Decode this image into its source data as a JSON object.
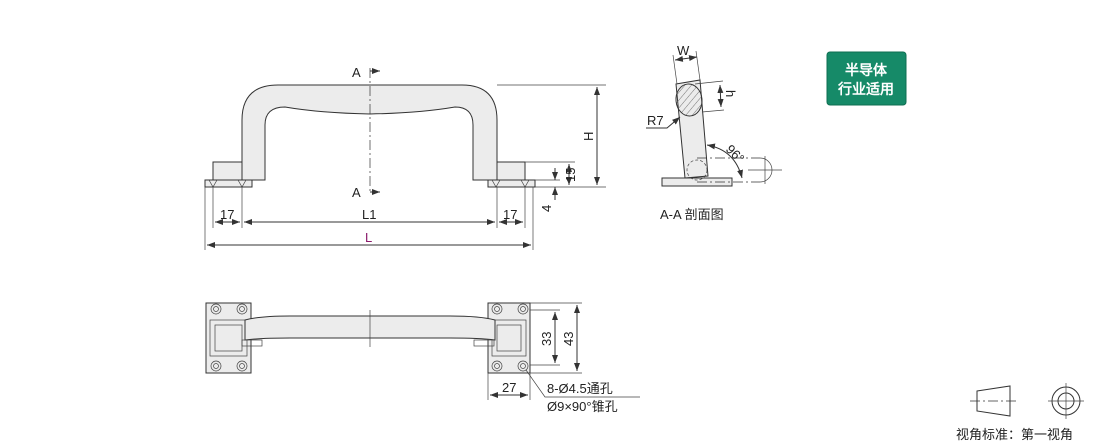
{
  "front_view": {
    "section_label_top": "A",
    "section_label_bottom": "A",
    "dim_left_pad": "17",
    "dim_right_pad": "17",
    "dim_l1": "L1",
    "dim_l": "L",
    "dim_h": "H",
    "dim_base_height": "15",
    "dim_plate_thickness": "4"
  },
  "section_view": {
    "dim_w": "W",
    "dim_h": "h",
    "radius": "R7",
    "angle": "96°",
    "caption": "A-A 剖面图"
  },
  "badge": {
    "line1": "半导体",
    "line2": "行业适用",
    "color": "#168a68"
  },
  "top_view": {
    "dim_33": "33",
    "dim_43": "43",
    "dim_27": "27",
    "hole_note_1": "8-Ø4.5通孔",
    "hole_note_2": "Ø9×90°锥孔"
  },
  "projection": {
    "label": "视角标准：第一视角"
  },
  "colors": {
    "dim_l_color": "#8b1a6b"
  }
}
